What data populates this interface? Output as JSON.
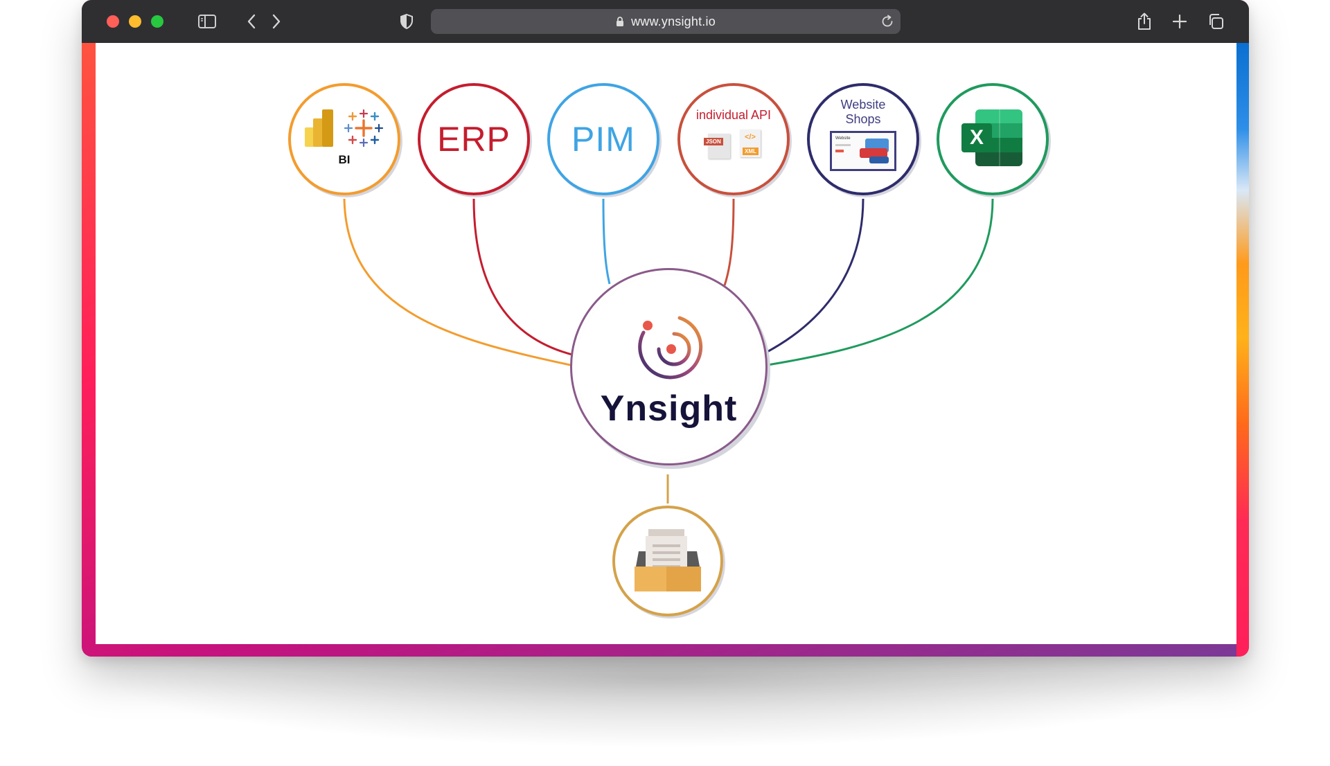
{
  "browser": {
    "url": "www.ynsight.io",
    "colors": {
      "titlebar": "#2f2f32",
      "address_bar": "#505055"
    }
  },
  "diagram": {
    "hub": {
      "name": "Ynsight",
      "color": "#16133a",
      "accent": "#e8574a"
    },
    "sources": [
      {
        "id": "bi",
        "label": "BI",
        "color": "#f39c2e",
        "icon": "powerbi-tableau-logos"
      },
      {
        "id": "erp",
        "label": "ERP",
        "color": "#c41d2e",
        "icon": ""
      },
      {
        "id": "pim",
        "label": "PIM",
        "color": "#3fa4e4",
        "icon": ""
      },
      {
        "id": "api",
        "label": "individual API",
        "color": "#c8503c",
        "icon": "json-xml-files",
        "file_labels": [
          "JSON",
          "XML"
        ]
      },
      {
        "id": "shops",
        "label": "Website\nShops",
        "color": "#2e2c6b",
        "icon": "website-screenshot",
        "mini_label": "Website"
      },
      {
        "id": "excel",
        "label": "",
        "color": "#1f9a5e",
        "icon": "excel-logo",
        "letter": "X"
      }
    ],
    "output": {
      "id": "archive",
      "color": "#d4a24a",
      "icon": "document-archive-tray-icon"
    }
  }
}
